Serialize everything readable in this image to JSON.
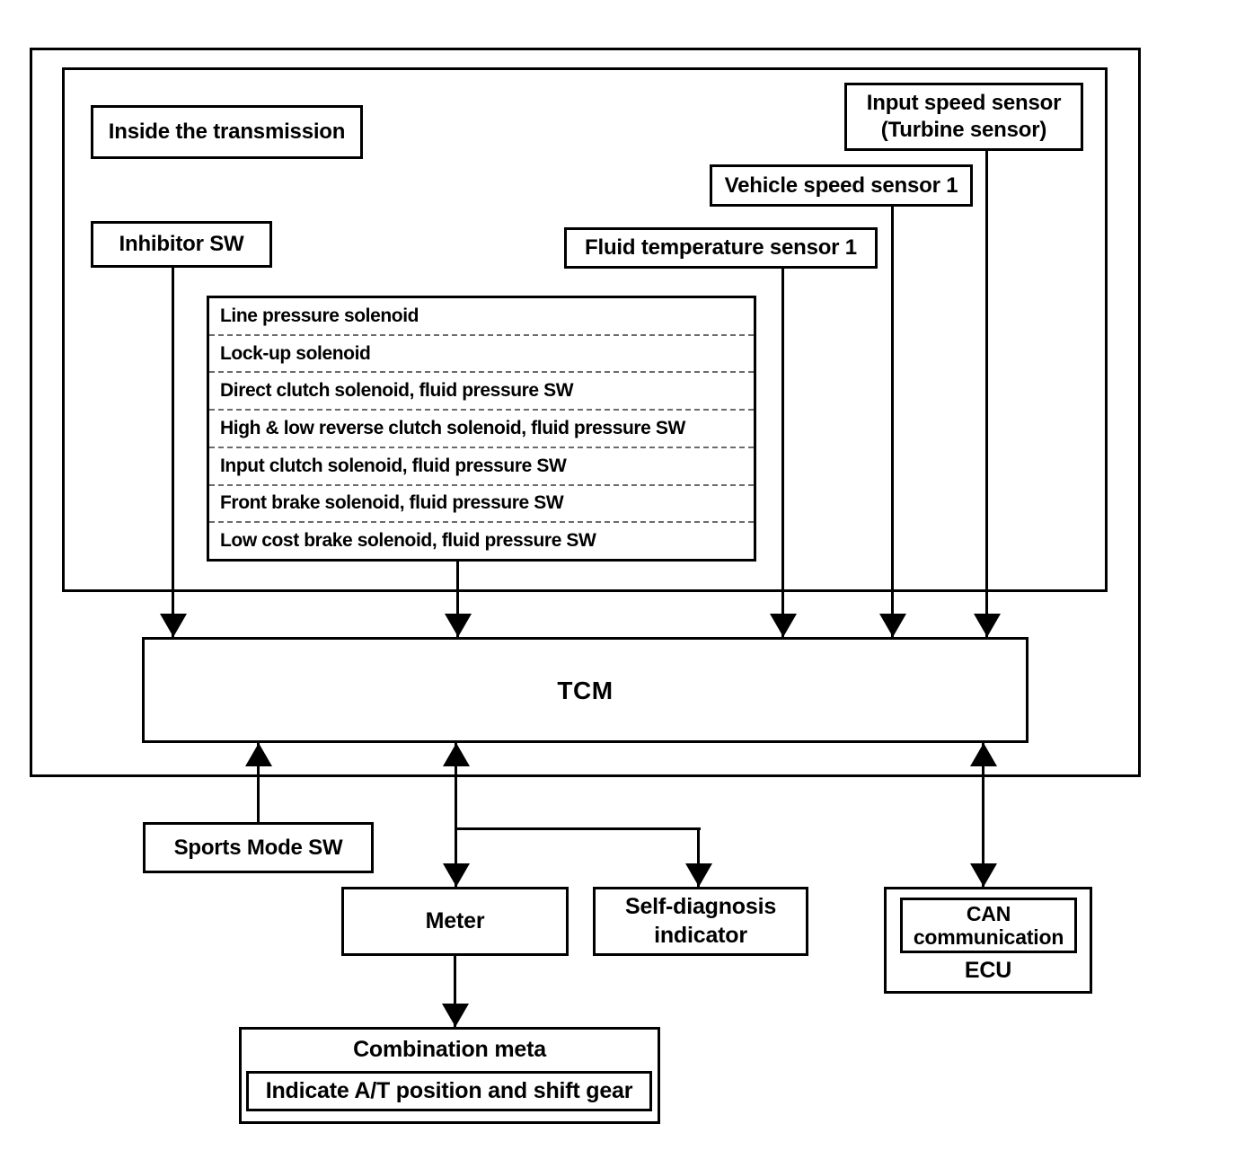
{
  "colors": {
    "ink": "#000000",
    "background": "#ffffff"
  },
  "diagram": {
    "inside_transmission_label": "Inside the transmission",
    "inhibitor_sw": "Inhibitor SW",
    "input_speed_sensor": "Input speed sensor\n(Turbine sensor)",
    "vehicle_speed_sensor": "Vehicle speed sensor 1",
    "fluid_temp_sensor": "Fluid temperature sensor 1",
    "solenoid_box": {
      "items": [
        "Line pressure solenoid",
        "Lock-up solenoid",
        "Direct clutch solenoid, fluid pressure SW",
        "High & low reverse clutch solenoid, fluid pressure SW",
        "Input clutch solenoid, fluid pressure SW",
        "Front brake solenoid, fluid pressure SW",
        "Low cost brake solenoid, fluid pressure SW"
      ]
    },
    "tcm": "TCM",
    "sports_mode_sw": "Sports Mode SW",
    "meter": "Meter",
    "self_diagnosis": "Self-diagnosis\nindicator",
    "can_ecu": {
      "can": "CAN\ncommunication",
      "ecu": "ECU"
    },
    "combination_meter": {
      "title": "Combination meta",
      "note": "Indicate A/T position and shift gear"
    }
  }
}
